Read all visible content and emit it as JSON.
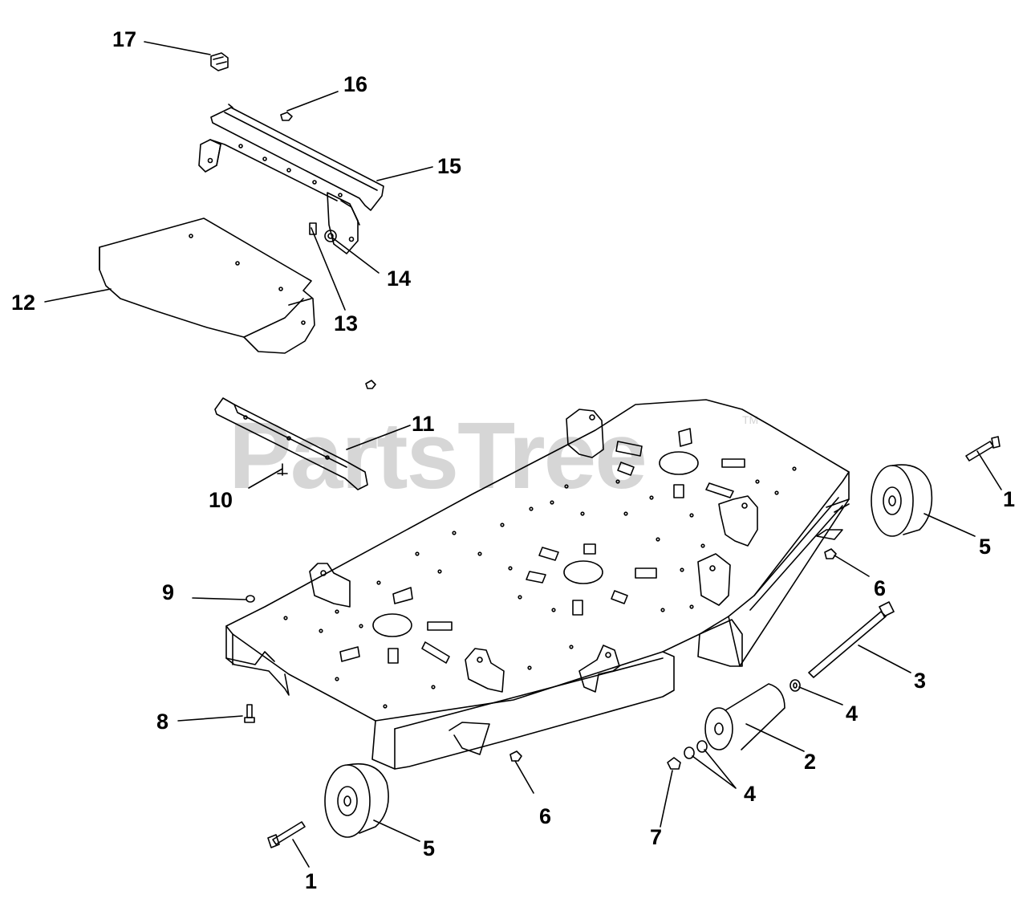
{
  "diagram": {
    "watermark": "PartsTree",
    "watermark_mark": "TM",
    "colors": {
      "line": "#000000",
      "background": "#ffffff",
      "watermark": "#c9c9c9"
    },
    "callouts": {
      "c17": "17",
      "c16": "16",
      "c15": "15",
      "c14": "14",
      "c13": "13",
      "c12": "12",
      "c11": "11",
      "c10": "10",
      "c9": "9",
      "c8": "8",
      "c7": "7",
      "c6a": "6",
      "c6b": "6",
      "c5a": "5",
      "c5b": "5",
      "c4a": "4",
      "c4b": "4",
      "c3": "3",
      "c2": "2",
      "c1a": "1",
      "c1b": "1"
    }
  }
}
